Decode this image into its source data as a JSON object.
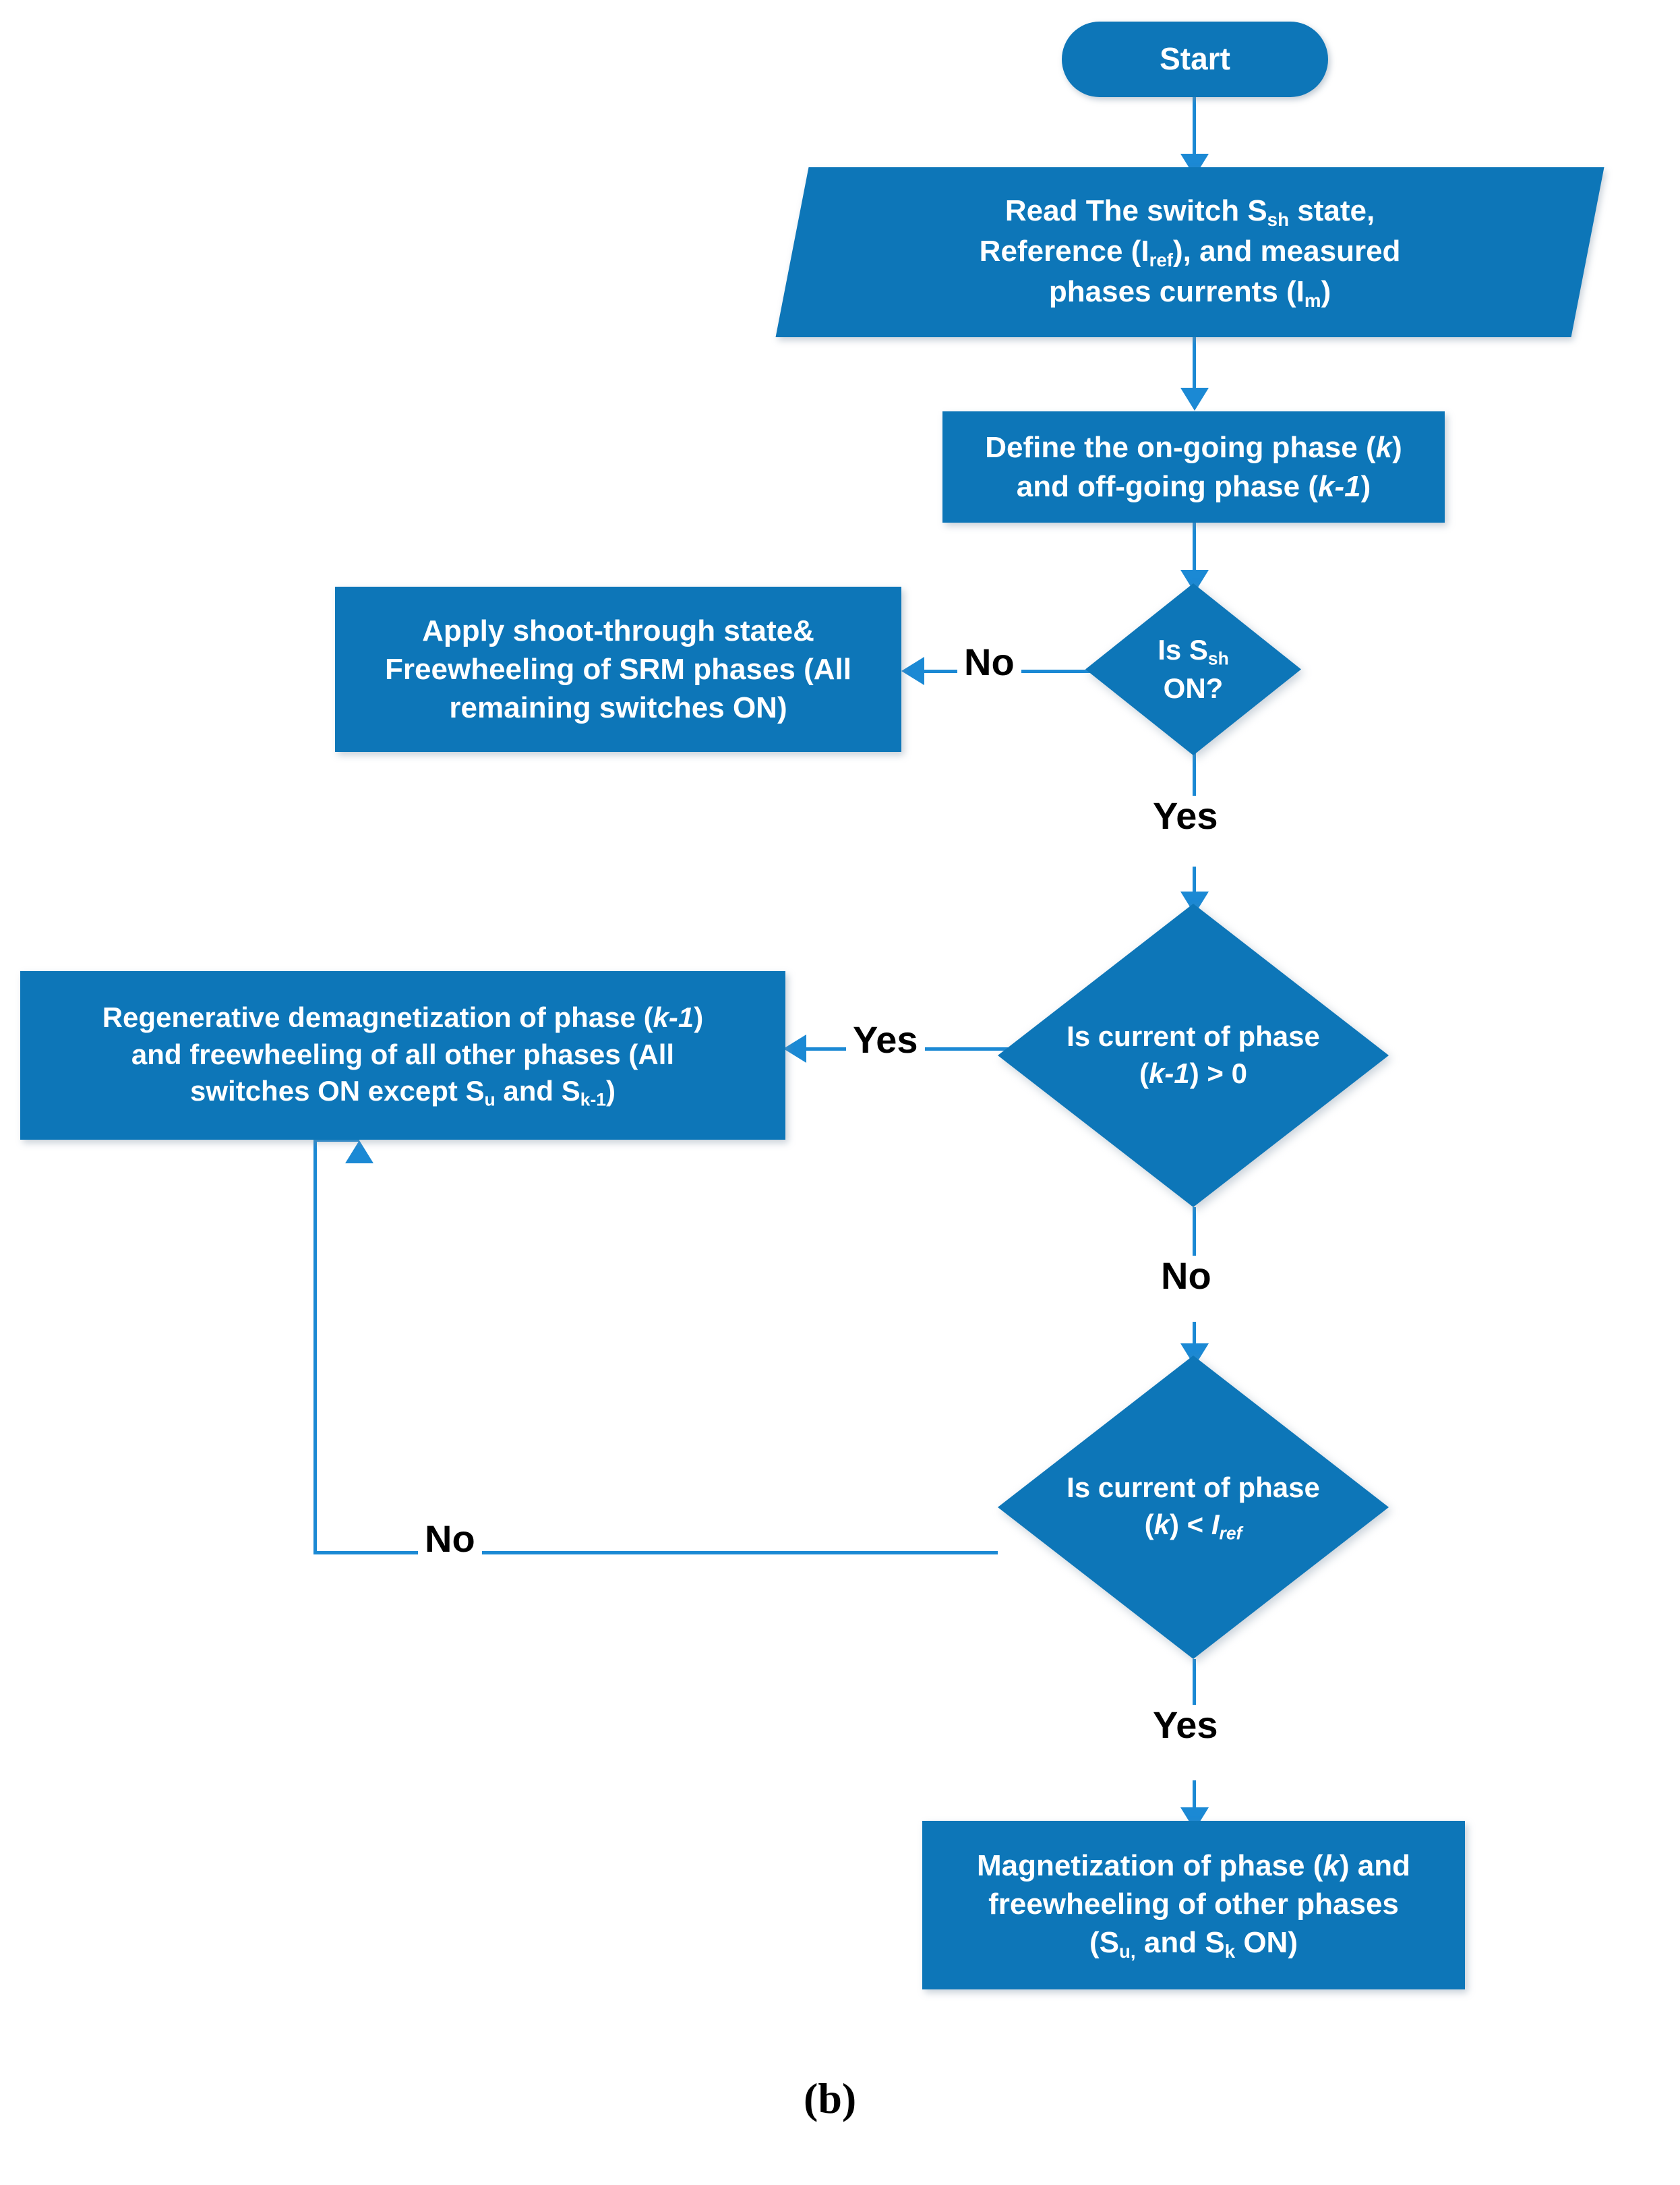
{
  "figure": {
    "caption": "(b)",
    "accent_fill": "#0d76b8",
    "connector_color": "#1b89d4",
    "label_color": "#000000",
    "node_text_color": "#ffffff",
    "background": "#ffffff"
  },
  "nodes": {
    "start": {
      "shape": "terminator",
      "label": "Start"
    },
    "read_inputs": {
      "shape": "parallelogram",
      "line1_a": "Read The switch S",
      "line1_sub": "sh",
      "line1_b": " state,",
      "line2_a": "Reference (I",
      "line2_sub": "ref",
      "line2_b": "), and measured",
      "line3_a": "phases currents (I",
      "line3_sub": "m",
      "line3_b": ")",
      "plain": "Read The switch Ssh state, Reference (Iref), and measured phases currents (Im)"
    },
    "define_phases": {
      "shape": "process",
      "line1_a": "Define the on-going phase (",
      "line1_i": "k",
      "line1_b": ")",
      "line2_a": "and off-going phase (",
      "line2_i": "k-1",
      "line2_b": ")",
      "plain": "Define the on-going phase (k) and off-going phase (k-1)"
    },
    "decision_ssh": {
      "shape": "diamond",
      "line1_a": "Is S",
      "line1_sub": "sh",
      "line2": "ON?",
      "plain": "Is Ssh ON?"
    },
    "shoot_through": {
      "shape": "process",
      "line1": "Apply shoot-through state&",
      "line2": "Freewheeling of SRM phases (All",
      "line3": "remaining switches ON)",
      "plain": "Apply shoot-through state& Freewheeling of SRM phases (All remaining switches ON)"
    },
    "decision_ik1": {
      "shape": "diamond",
      "line1": "Is current of phase",
      "line2_a": "(",
      "line2_i": "k-1",
      "line2_b": ") > 0",
      "plain": "Is current of phase (k-1) > 0"
    },
    "regenerative": {
      "shape": "process",
      "line1_a": "Regenerative demagnetization of phase (",
      "line1_i": "k-1",
      "line1_b": ")",
      "line2": "and freewheeling of all other phases (All",
      "line3_a": "switches ON except S",
      "line3_sub1": "u",
      "line3_b": " and S",
      "line3_sub2": "k-1",
      "line3_c": ")",
      "plain": "Regenerative demagnetization of phase (k-1) and freewheeling of all other phases (All switches ON except Su and Sk-1)"
    },
    "decision_ik": {
      "shape": "diamond",
      "line1": "Is current of phase",
      "line2_a": "(",
      "line2_i": "k",
      "line2_b": ") < ",
      "line2_i2": "I",
      "line2_sub": "ref",
      "plain": "Is current of phase (k) < Iref"
    },
    "magnetization": {
      "shape": "process",
      "line1_a": "Magnetization of phase (",
      "line1_i": "k",
      "line1_b": ") and",
      "line2": "freewheeling of other phases",
      "line3_a": "(S",
      "line3_sub1": "u,",
      "line3_b": " and S",
      "line3_sub2": "k",
      "line3_c": " ON)",
      "plain": "Magnetization of phase (k) and freewheeling of other phases (Su, and Sk ON)"
    }
  },
  "edge_labels": {
    "ssh_no": "No",
    "ssh_yes": "Yes",
    "ik1_yes": "Yes",
    "ik1_no": "No",
    "ik_no": "No",
    "ik_yes": "Yes"
  }
}
